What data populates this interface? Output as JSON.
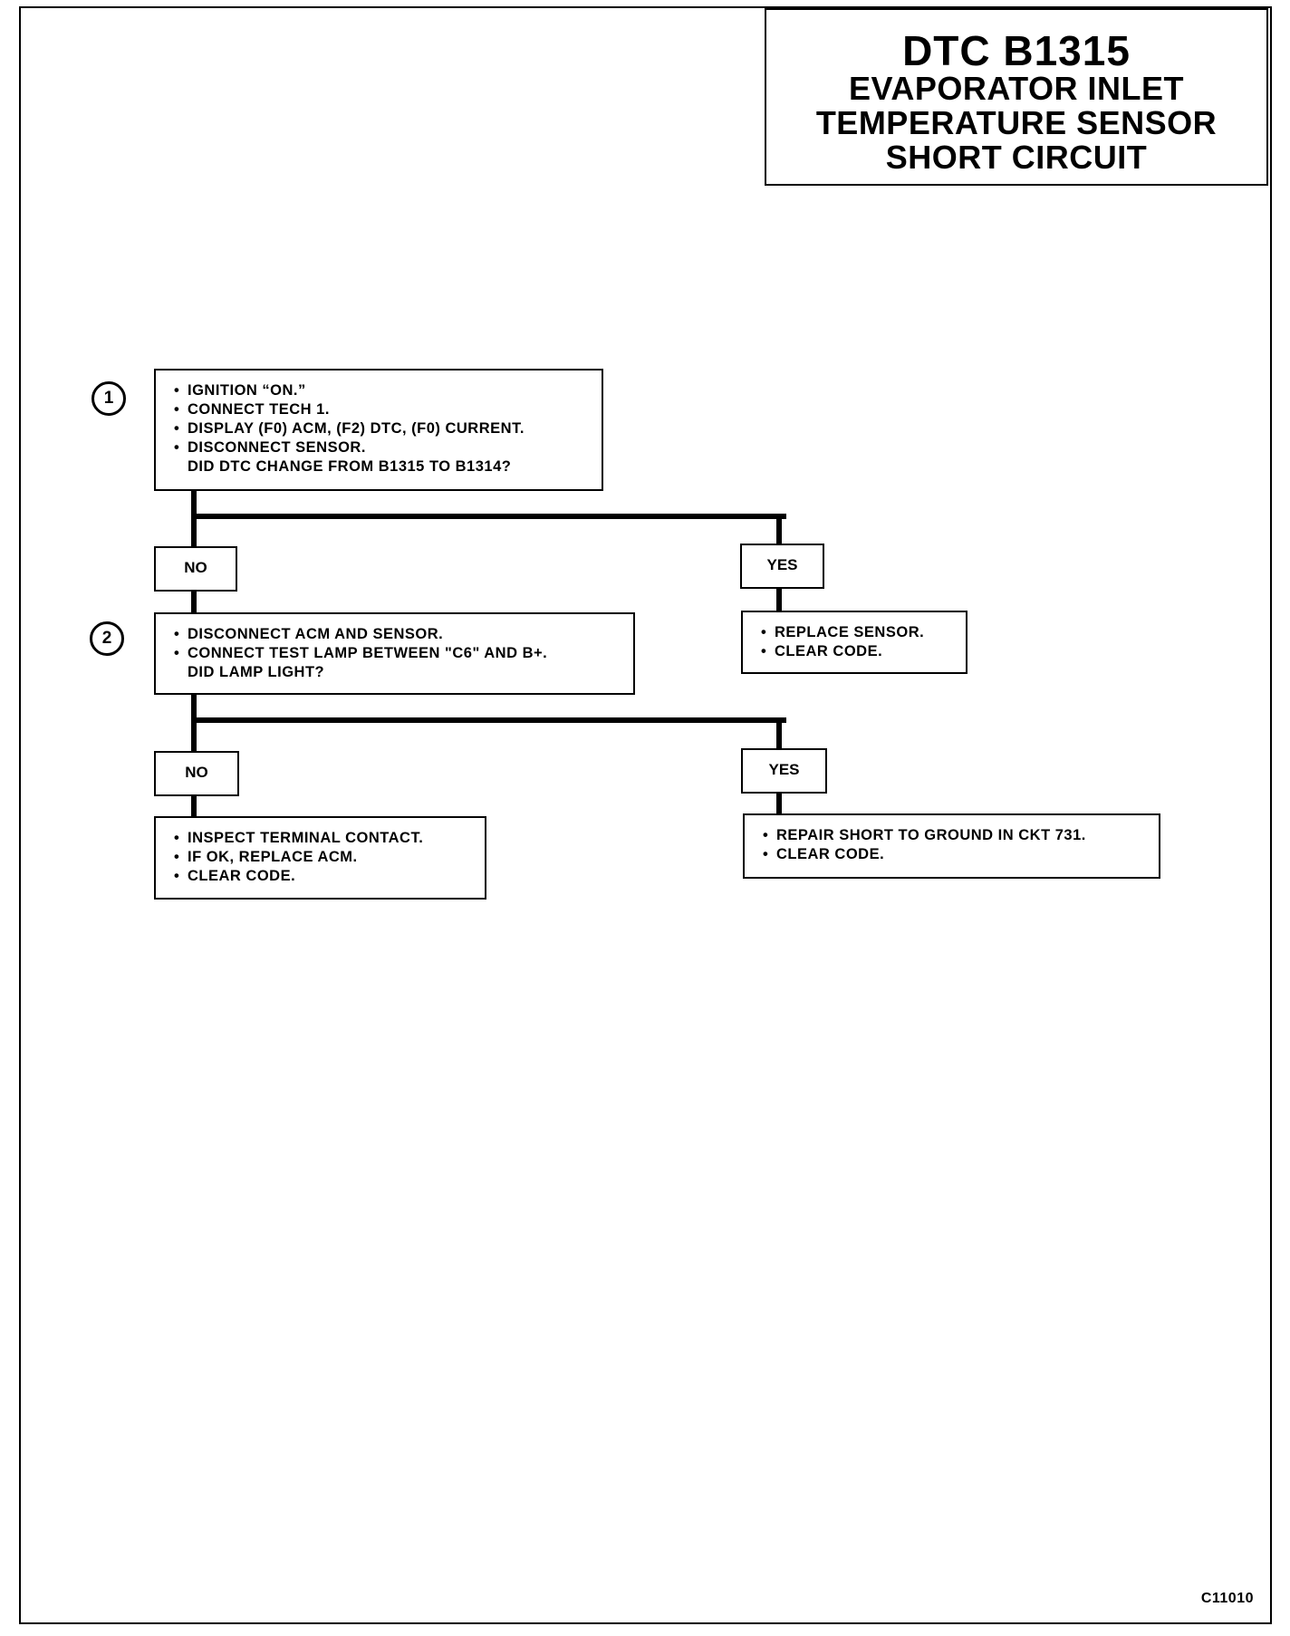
{
  "title": {
    "line1": "DTC B1315",
    "line2": "EVAPORATOR INLET",
    "line3": "TEMPERATURE SENSOR",
    "line4": "SHORT CIRCUIT"
  },
  "steps": [
    {
      "number": "1",
      "items": [
        "IGNITION “ON.”",
        "CONNECT TECH 1.",
        "DISPLAY (F0) ACM, (F2) DTC, (F0) CURRENT.",
        "DISCONNECT SENSOR."
      ],
      "question": "DID DTC CHANGE FROM B1315 TO B1314?",
      "no_label": "NO",
      "yes_label": "YES",
      "yes_result": [
        "REPLACE SENSOR.",
        "CLEAR CODE."
      ]
    },
    {
      "number": "2",
      "items": [
        "DISCONNECT ACM AND SENSOR.",
        "CONNECT TEST LAMP BETWEEN \"C6\" AND B+."
      ],
      "question": "DID LAMP LIGHT?",
      "no_label": "NO",
      "yes_label": "YES",
      "no_result": [
        "INSPECT TERMINAL CONTACT.",
        "IF OK, REPLACE ACM.",
        "CLEAR CODE."
      ],
      "yes_result": [
        "REPAIR SHORT TO GROUND IN CKT 731.",
        "CLEAR CODE."
      ]
    }
  ],
  "figure_code": "C11010"
}
